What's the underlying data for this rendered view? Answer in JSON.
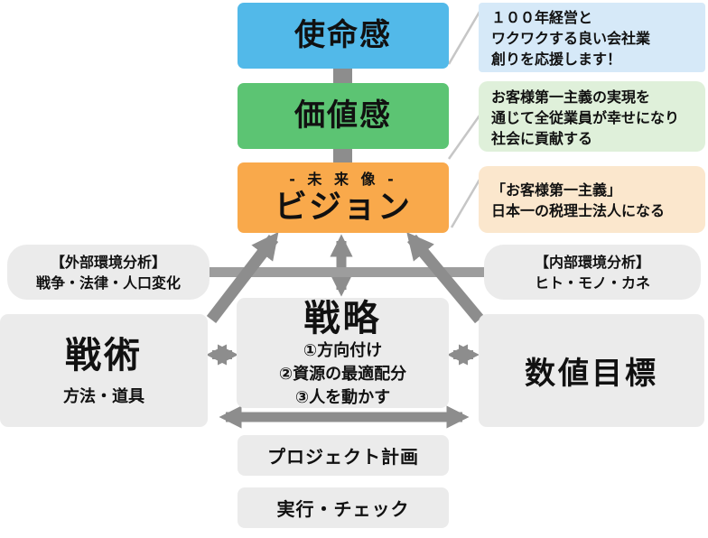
{
  "palette": {
    "mission_bg": "#52b9e9",
    "values_bg": "#5cc473",
    "vision_bg": "#f9a94b",
    "note_mission_bg": "#d6e9f8",
    "note_values_bg": "#dff0da",
    "note_vision_bg": "#fbe7cd",
    "gray_box_bg": "#ebebeb",
    "arrow_color": "#8d8d8d",
    "analysis_bar_color": "#9d9d9d",
    "leader_line_color": "#c6c6c6"
  },
  "pyramid": {
    "mission": {
      "label": "使命感"
    },
    "values": {
      "label": "価値感"
    },
    "vision": {
      "sub": "- 未 来 像 -",
      "label": "ビジョン"
    }
  },
  "notes": {
    "mission": {
      "lines": [
        "１００年経営と",
        "ワクワクする良い会社業",
        "創りを応援します！"
      ]
    },
    "values": {
      "lines": [
        "お客様第一主義の実現を",
        "通じて全従業員が幸せになり",
        "社会に貢献する"
      ]
    },
    "vision": {
      "lines": [
        "「お客様第一主義」",
        "日本一の税理士法人になる"
      ]
    }
  },
  "analysis": {
    "external": {
      "title": "【外部環境分析】",
      "body": "戦争・法律・人口変化"
    },
    "internal": {
      "title": "【内部環境分析】",
      "body": "ヒト・モノ・カネ"
    }
  },
  "strategy": {
    "title": "戦略",
    "items": [
      "①方向付け",
      "②資源の最適配分",
      "③人を動かす"
    ]
  },
  "tactics": {
    "title": "戦術",
    "body": "方法・道具"
  },
  "numeric_targets": {
    "title": "数値目標"
  },
  "steps": {
    "project": "プロジェクト計画",
    "execute": "実行・チェック"
  }
}
